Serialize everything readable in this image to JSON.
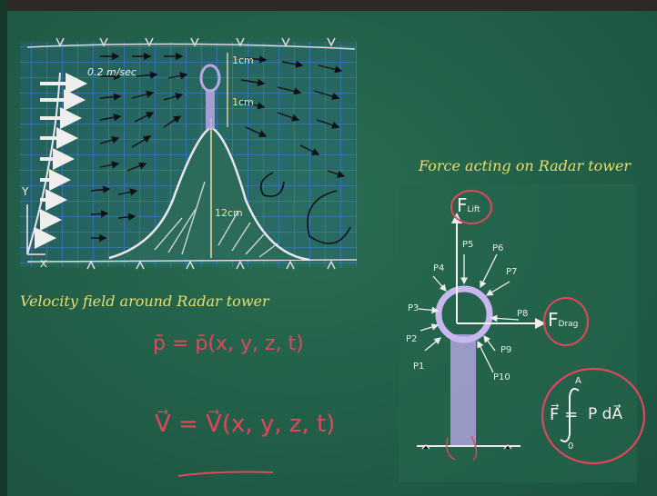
{
  "left_board": {
    "velocity_label": "0.2 m/sec",
    "dim_top": "1cm",
    "dim_mid": "1cm",
    "dim_height": "12cm",
    "axis_y": "Y",
    "axis_x": "X",
    "caption": "Velocity field around Radar tower"
  },
  "equations": {
    "pressure": "p̄ = p̄(x, y, z, t)",
    "velocity": "V⃗ = V⃗(x, y, z, t)"
  },
  "right_board": {
    "caption": "Force acting on Radar tower",
    "lift_label": "F",
    "lift_sub": "Lift",
    "drag_label": "F",
    "drag_sub": "Drag",
    "pressure_labels": [
      "P1",
      "P2",
      "P3",
      "P4",
      "P5",
      "P6",
      "P7",
      "P8",
      "P9",
      "P10"
    ],
    "force_eq_lhs": "F⃗ =",
    "force_eq_upper": "A",
    "force_eq_lower": "0",
    "force_eq_integrand": "P dA⃗"
  },
  "colors": {
    "board": "#23614a",
    "chalk_blue_grid": "#3f7fe0",
    "chalk_white": "#e9e6ef",
    "chalk_yellow": "#e8de6c",
    "chalk_red": "#e0475a",
    "chalk_lavender": "#b7a8e6"
  }
}
